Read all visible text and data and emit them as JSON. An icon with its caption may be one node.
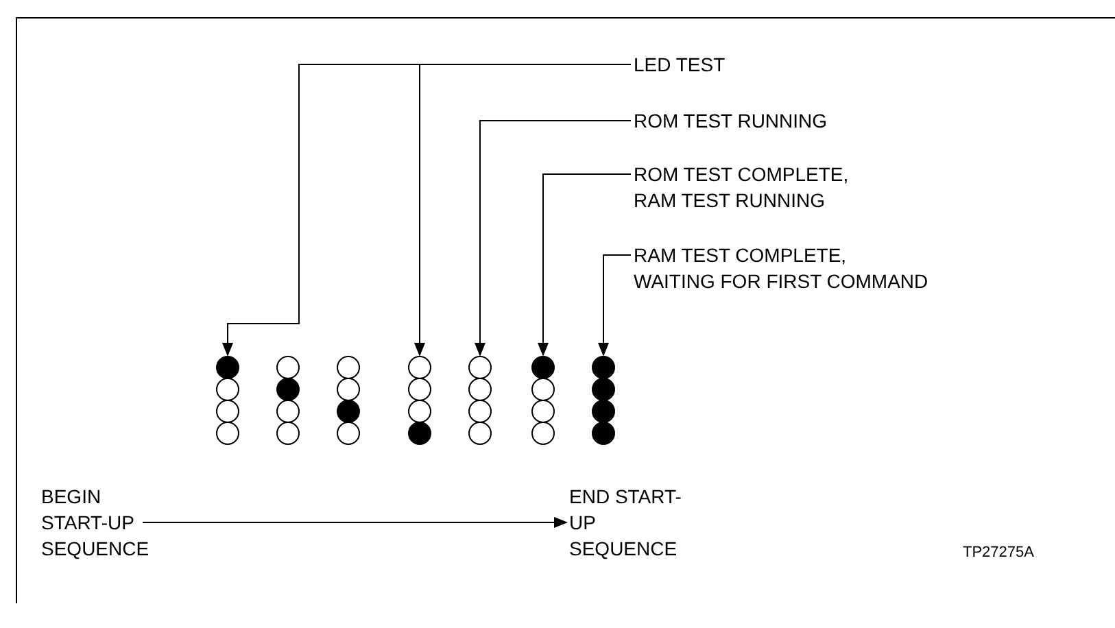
{
  "diagram": {
    "nodes": [
      {
        "text": [
          "LED TEST"
        ]
      },
      {
        "text": [
          "ROM TEST RUNNING"
        ]
      },
      {
        "text": [
          "ROM TEST COMPLETE, RAM TEST RUNNING"
        ]
      },
      {
        "text": [
          "RAM TEST COMPLETE, WAITING FOR FIRST COMMAND"
        ]
      },
      {
        "text": [],
        "shape": "dot"
      },
      {
        "text": [],
        "shape": "circle"
      },
      {
        "text": [],
        "shape": "circle"
      },
      {
        "text": [],
        "shape": "circle"
      },
      {
        "text": [],
        "shape": "circle"
      },
      {
        "text": [],
        "shape": "dot"
      },
      {
        "text": [],
        "shape": "circle"
      },
      {
        "text": [],
        "shape": "circle"
      },
      {
        "text": [],
        "shape": "circle"
      },
      {
        "text": [],
        "shape": "circle"
      },
      {
        "text": [],
        "shape": "dot"
      },
      {
        "text": [],
        "shape": "circle"
      },
      {
        "text": [],
        "shape": "circle"
      },
      {
        "text": [],
        "shape": "circle"
      },
      {
        "text": [],
        "shape": "circle"
      },
      {
        "text": [],
        "shape": "dot"
      },
      {
        "text": [],
        "shape": "circle"
      },
      {
        "text": [],
        "shape": "circle"
      },
      {
        "text": [],
        "shape": "circle"
      },
      {
        "text": [],
        "shape": "circle"
      },
      {
        "text": [],
        "shape": "dot"
      },
      {
        "text": [],
        "shape": "circle"
      },
      {
        "text": [],
        "shape": "circle"
      },
      {
        "text": [],
        "shape": "circle"
      },
      {
        "text": [],
        "shape": "dot"
      },
      {
        "text": [],
        "shape": "dot"
      },
      {
        "text": [],
        "shape": "dot"
      },
      {
        "text": [],
        "shape": "dot"
      },
      {
        "text": [
          "BEGIN START-UP SEQUENCE"
        ]
      },
      {
        "text": [
          "END START-UP SEQUENCE"
        ]
      }
    ],
    "edges": [
      {
        "from": 0,
        "to": 4,
        "arrow": "to"
      },
      {
        "from": 0,
        "to": 16,
        "arrow": "to"
      },
      {
        "from": 1,
        "to": 20,
        "arrow": "to"
      },
      {
        "from": 2,
        "to": 24,
        "arrow": "to"
      },
      {
        "from": 3,
        "to": 28,
        "arrow": "to"
      },
      {
        "from": 32,
        "to": 33,
        "arrow": "to"
      }
    ],
    "labels": [
      "TP27275A"
    ]
  }
}
